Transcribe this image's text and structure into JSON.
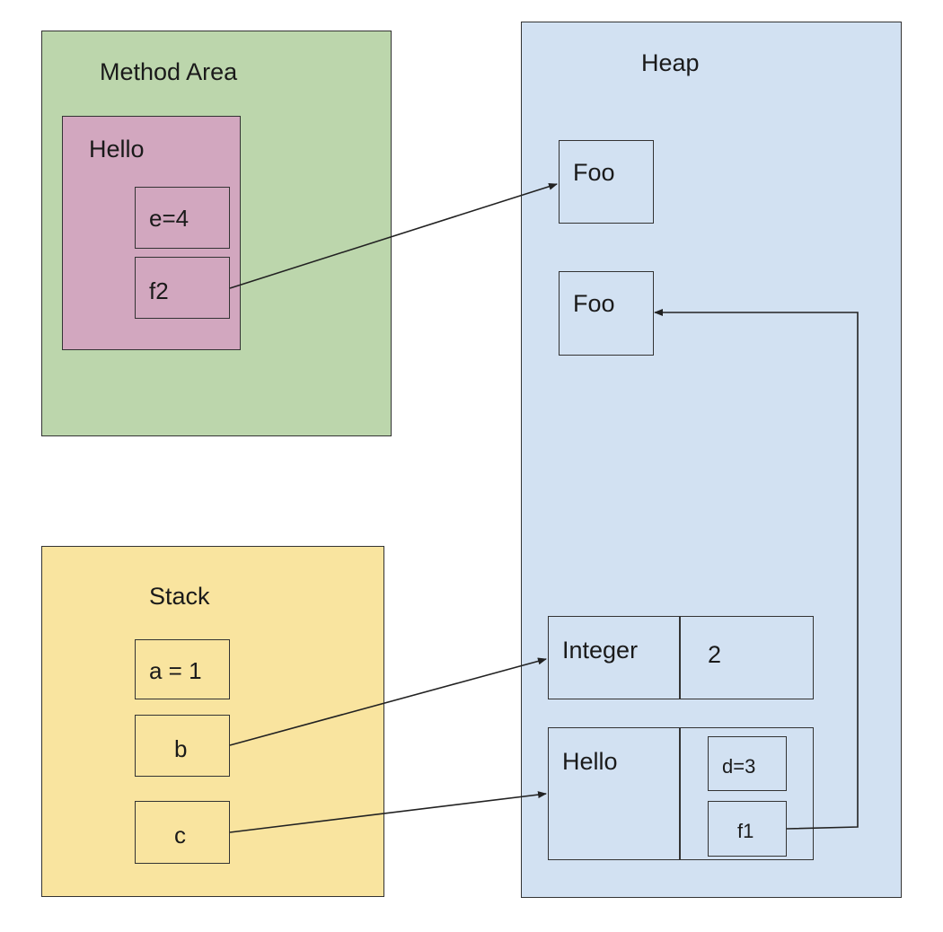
{
  "colors": {
    "method_area": "#bcd6ac",
    "hello_class": "#d2a7bf",
    "stack": "#f9e49f",
    "heap": "#d2e1f2",
    "border": "#333333",
    "arrow": "#222222"
  },
  "method_area": {
    "title": "Method Area",
    "hello_class": {
      "title": "Hello",
      "fields": [
        "e=4",
        "f2"
      ]
    }
  },
  "heap": {
    "title": "Heap",
    "foo_objects": [
      "Foo",
      "Foo"
    ],
    "integer_object": {
      "type": "Integer",
      "value": "2"
    },
    "hello_object": {
      "type": "Hello",
      "fields": [
        "d=3",
        "f1"
      ]
    }
  },
  "stack": {
    "title": "Stack",
    "variables": [
      "a = 1",
      "b",
      "c"
    ]
  },
  "references": [
    {
      "from": "f2",
      "to": "Foo (upper)"
    },
    {
      "from": "f1",
      "to": "Foo (lower)"
    },
    {
      "from": "b",
      "to": "Integer"
    },
    {
      "from": "c",
      "to": "Hello"
    }
  ]
}
